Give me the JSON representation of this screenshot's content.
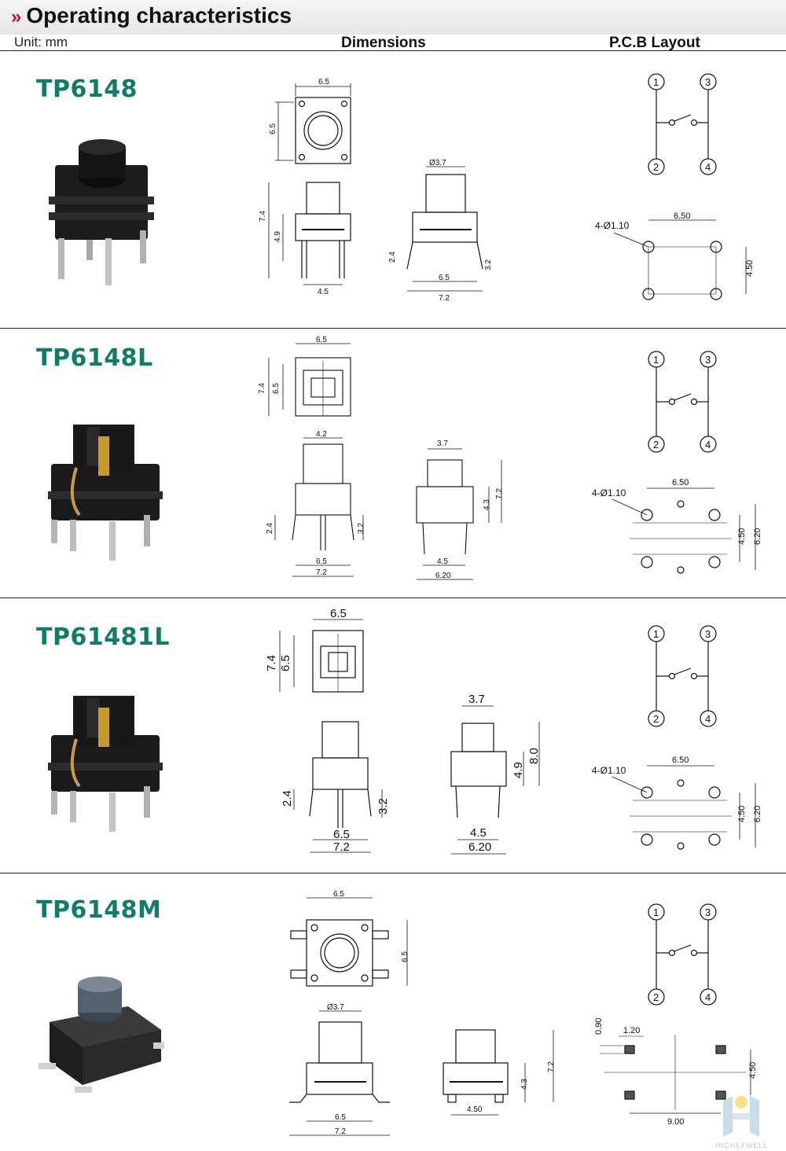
{
  "header": {
    "title": "Operating characteristics",
    "unit": "Unit: mm",
    "col_dimensions": "Dimensions",
    "col_pcb": "P.C.B Layout"
  },
  "sections": [
    {
      "model": "TP6148",
      "dim_top": [
        "6.5",
        "6.5"
      ],
      "dim_front": [
        "7.4",
        "4.9",
        "4.5"
      ],
      "dim_side": [
        "Ø3.7",
        "2.4",
        "3.2",
        "6.5",
        "7.2"
      ],
      "pcb": {
        "hole": "4-Ø1.10",
        "width": "6.50",
        "height": "4.50"
      }
    },
    {
      "model": "TP6148L",
      "dim_top": [
        "6.5",
        "7.4",
        "6.5"
      ],
      "dim_front": [
        "4.2",
        "2.4",
        "3.2",
        "6.5",
        "7.2"
      ],
      "dim_side": [
        "3.7",
        "7.2",
        "4.3",
        "4.5",
        "6.20"
      ],
      "pcb": {
        "hole": "4-Ø1.10",
        "width": "6.50",
        "height": "4.50",
        "height2": "6.20"
      }
    },
    {
      "model": "TP61481L",
      "dim_top": [
        "6.5",
        "7.4",
        "6.5"
      ],
      "dim_front": [
        "2.4",
        "3.2",
        "6.5",
        "7.2"
      ],
      "dim_side": [
        "3.7",
        "8.0",
        "4.9",
        "4.5",
        "6.20"
      ],
      "pcb": {
        "hole": "4-Ø1.10",
        "width": "6.50",
        "height": "4.50",
        "height2": "6.20"
      }
    },
    {
      "model": "TP6148M",
      "dim_top": [
        "6.5",
        "6.5"
      ],
      "dim_front": [
        "Ø3.7",
        "6.5",
        "7.2"
      ],
      "dim_side": [
        "7.2",
        "4.3",
        "4.50"
      ],
      "pcb": {
        "pad_h": "0.90",
        "pad_w": "1.20",
        "height": "4.50",
        "width": "9.00"
      }
    }
  ],
  "schematic_pins": [
    "1",
    "3",
    "2",
    "4"
  ],
  "logo_text": "HIGHLYWELL"
}
